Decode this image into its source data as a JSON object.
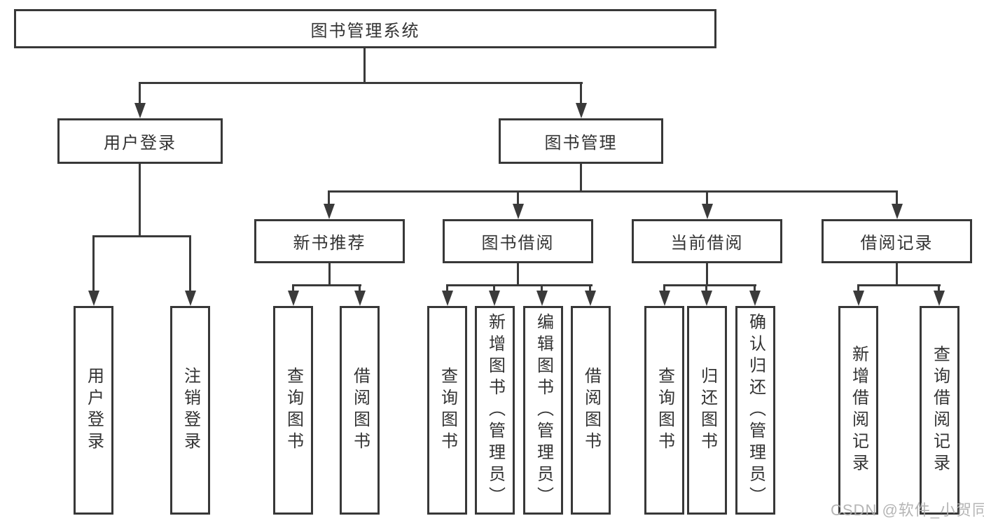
{
  "diagram": {
    "title_node": {
      "label": "图书管理系统"
    },
    "level2": [
      {
        "label": "用户登录"
      },
      {
        "label": "图书管理"
      }
    ],
    "level3": [
      {
        "label": "新书推荐"
      },
      {
        "label": "图书借阅"
      },
      {
        "label": "当前借阅"
      },
      {
        "label": "借阅记录"
      }
    ],
    "leaves": [
      {
        "label": "用户登录"
      },
      {
        "label": "注销登录"
      },
      {
        "label": "查询图书"
      },
      {
        "label": "借阅图书"
      },
      {
        "label": "查询图书"
      },
      {
        "label": "新增图书（管理员）"
      },
      {
        "label": "编辑图书（管理员）"
      },
      {
        "label": "借阅图书"
      },
      {
        "label": "查询图书"
      },
      {
        "label": "归还图书"
      },
      {
        "label": "确认归还（管理员）"
      },
      {
        "label": "新增借阅记录"
      },
      {
        "label": "查询借阅记录"
      }
    ],
    "watermark": "CSDN @软件_小贺同学",
    "colors": {
      "line": "#3a3a3a",
      "border": "#383838",
      "text": "#333333",
      "watermark": "#aeaeae",
      "background": "#ffffff"
    }
  }
}
